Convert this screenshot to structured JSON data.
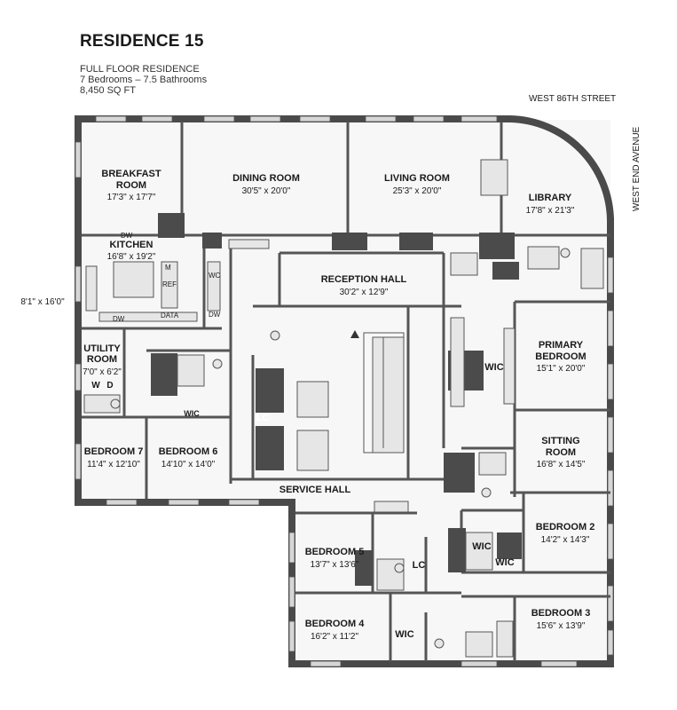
{
  "header": {
    "title": "RESIDENCE 15",
    "subtitle_1": "FULL FLOOR RESIDENCE",
    "subtitle_2": "7 Bedrooms – 7.5 Bathrooms",
    "subtitle_3": "8,450 SQ FT"
  },
  "streets": {
    "north": "WEST 86TH STREET",
    "east": "WEST END AVENUE"
  },
  "exterior_dimension": "8'1\" x 16'0\"",
  "rooms": {
    "breakfast": {
      "name_1": "BREAKFAST",
      "name_2": "ROOM",
      "dims": "17'3\" x 17'7\""
    },
    "dining": {
      "name": "DINING ROOM",
      "dims": "30'5\" x 20'0\""
    },
    "living": {
      "name": "LIVING ROOM",
      "dims": "25'3\" x 20'0\""
    },
    "library": {
      "name": "LIBRARY",
      "dims": "17'8\" x 21'3\""
    },
    "kitchen": {
      "name": "KITCHEN",
      "dims": "16'8\" x 19'2\""
    },
    "reception": {
      "name": "RECEPTION HALL",
      "dims": "30'2\" x 12'9\""
    },
    "utility": {
      "name_1": "UTILITY",
      "name_2": "ROOM",
      "dims": "7'0\" x 6'2\""
    },
    "primary": {
      "name_1": "PRIMARY",
      "name_2": "BEDROOM",
      "dims": "15'1\" x 20'0\""
    },
    "sitting": {
      "name_1": "SITTING",
      "name_2": "ROOM",
      "dims": "16'8\" x 14'5\""
    },
    "bedroom7": {
      "name": "BEDROOM 7",
      "dims": "11'4\" x 12'10\""
    },
    "bedroom6": {
      "name": "BEDROOM 6",
      "dims": "14'10\" x 14'0\""
    },
    "service": {
      "name": "SERVICE HALL"
    },
    "bedroom2": {
      "name": "BEDROOM 2",
      "dims": "14'2\" x 14'3\""
    },
    "bedroom5": {
      "name": "BEDROOM 5",
      "dims": "13'7\" x 13'6\""
    },
    "bedroom3": {
      "name": "BEDROOM 3",
      "dims": "15'6\" x 13'9\""
    },
    "bedroom4": {
      "name": "BEDROOM 4",
      "dims": "16'2\" x 11'2\""
    }
  },
  "labels": {
    "wic": "WIC",
    "lc": "LC",
    "dw": "DW",
    "ref": "REF",
    "wc": "WC",
    "data": "DATA",
    "m": "M",
    "w": "W",
    "d": "D"
  }
}
